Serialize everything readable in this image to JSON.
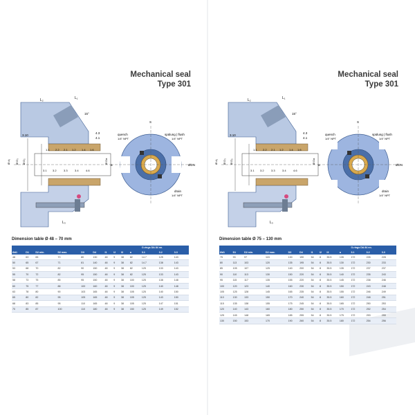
{
  "pages": [
    {
      "title_line1": "Mechanical seal",
      "title_line2": "Type 301",
      "drawing_labels": {
        "l2": "L₂",
        "l1": "L₁",
        "angle": "15°",
        "s": "S",
        "d43": "4.3",
        "d41": "4.1",
        "d310": "3.10",
        "quench": "quench",
        "quench_npt": "1/4\" NPT",
        "spulung": "spülung | flush",
        "spulung_npt": "1/4\" NPT",
        "p11": "1.1",
        "p22": "2.2",
        "p21": "2.1",
        "p12": "1.2",
        "p14": "1.4",
        "p16": "1.6",
        "p31": "3.1",
        "p32": "3.2",
        "p33": "3.3",
        "p34": "3.4",
        "p46": "4.6",
        "drain": "drain",
        "drain_npt": "1/4\" NPT",
        "dd": "Ø d₁",
        "dd2": "Ø D₃",
        "dd3": "Ø D₂",
        "dda": "Ø Da",
        "a": "a",
        "dn": "ØDN",
        "l3": "L₃"
      },
      "table_caption": "Dimension table Ø 48 – 70 mm",
      "super_header": "O-rings DA 84 nn.",
      "columns": [
        "Ød1",
        "D1",
        "D2 min.",
        "D2 max.",
        "D3",
        "D4",
        "l1",
        "l2",
        "l3",
        "a",
        "3.1",
        "3.2",
        "3.3"
      ],
      "rows": [
        [
          "48",
          "63",
          "65",
          "70",
          "80",
          "130",
          "48",
          "9",
          "38",
          "82",
          "14.7",
          "125",
          "143"
        ],
        [
          "50",
          "65",
          "67",
          "71",
          "81",
          "140",
          "48",
          "9",
          "38",
          "82",
          "14.7",
          "138",
          "143"
        ],
        [
          "53",
          "68",
          "70",
          "82",
          "90",
          "150",
          "48",
          "9",
          "38",
          "82",
          "125",
          "133",
          "143"
        ],
        [
          "55",
          "70",
          "72",
          "82",
          "95",
          "150",
          "48",
          "9",
          "38",
          "82",
          "125",
          "133",
          "143"
        ],
        [
          "58",
          "73",
          "75",
          "85",
          "95",
          "150",
          "48",
          "9",
          "38",
          "100",
          "125",
          "138",
          "148"
        ],
        [
          "60",
          "75",
          "77",
          "88",
          "100",
          "160",
          "48",
          "9",
          "38",
          "100",
          "125",
          "140",
          "148"
        ],
        [
          "63",
          "78",
          "80",
          "90",
          "103",
          "165",
          "48",
          "9",
          "38",
          "105",
          "125",
          "140",
          "150"
        ],
        [
          "65",
          "80",
          "82",
          "95",
          "105",
          "165",
          "48",
          "9",
          "38",
          "105",
          "125",
          "143",
          "150"
        ],
        [
          "68",
          "83",
          "85",
          "95",
          "110",
          "165",
          "48",
          "9",
          "38",
          "105",
          "125",
          "147",
          "151"
        ],
        [
          "70",
          "85",
          "87",
          "100",
          "110",
          "180",
          "48",
          "9",
          "38",
          "150",
          "125",
          "149",
          "152"
        ]
      ]
    },
    {
      "title_line1": "Mechanical seal",
      "title_line2": "Type 301",
      "drawing_labels": {
        "l2": "L₂",
        "l1": "L₁",
        "angle": "15°",
        "s": "S",
        "d43": "4.3",
        "d41": "4.1",
        "d310": "3.10",
        "quench": "quench",
        "quench_npt": "1/4\" NPT",
        "spulung": "spülung | flush",
        "spulung_npt": "1/4\" NPT",
        "p11": "1.1",
        "p22": "2.2",
        "p21": "2.1",
        "p12": "1.2",
        "p14": "1.4",
        "p16": "1.6",
        "p31": "3.1",
        "p32": "3.2",
        "p33": "3.3",
        "p34": "3.4",
        "p46": "4.6",
        "drain": "drain",
        "drain_npt": "1/4\" NPT",
        "dd": "Ø d₁",
        "dd2": "Ø D₃",
        "dd3": "Ø D₂",
        "dda": "Ø Da",
        "a": "a",
        "dn": "ØDN",
        "l3": "L₃"
      },
      "table_caption": "Dimension table Ø 75 – 130 mm",
      "super_header": "O-rings DA 84 nn.",
      "columns": [
        "Ød1",
        "D1",
        "D2 min.",
        "D2 max.",
        "D3",
        "D4",
        "l1",
        "l2",
        "l3",
        "a",
        "3.1",
        "3.2",
        "3.3"
      ],
      "rows": [
        [
          "75",
          "93",
          "97",
          "115",
          "130",
          "190",
          "54",
          "8",
          "35.5",
          "135",
          "172",
          "226",
          "228"
        ],
        [
          "80",
          "113",
          "103",
          "120",
          "135",
          "195",
          "54",
          "8",
          "35.5",
          "130",
          "172",
          "230",
          "233"
        ],
        [
          "85",
          "105",
          "107",
          "125",
          "140",
          "200",
          "54",
          "8",
          "35.5",
          "135",
          "172",
          "237",
          "237"
        ],
        [
          "90",
          "110",
          "113",
          "130",
          "150",
          "220",
          "54",
          "8",
          "35.5",
          "140",
          "172",
          "235",
          "243"
        ],
        [
          "95",
          "115",
          "117",
          "135",
          "155",
          "220",
          "54",
          "8",
          "35.5",
          "145",
          "172",
          "238",
          "246"
        ],
        [
          "100",
          "120",
          "123",
          "140",
          "160",
          "230",
          "54",
          "8",
          "35.5",
          "150",
          "172",
          "243",
          "248"
        ],
        [
          "105",
          "125",
          "128",
          "145",
          "165",
          "235",
          "54",
          "8",
          "35.5",
          "155",
          "172",
          "246",
          "249"
        ],
        [
          "110",
          "130",
          "133",
          "150",
          "170",
          "240",
          "54",
          "8",
          "35.5",
          "160",
          "172",
          "248",
          "251"
        ],
        [
          "115",
          "135",
          "138",
          "155",
          "175",
          "245",
          "54",
          "8",
          "35.5",
          "165",
          "172",
          "250",
          "253"
        ],
        [
          "120",
          "140",
          "143",
          "160",
          "180",
          "250",
          "54",
          "8",
          "35.5",
          "170",
          "172",
          "252",
          "254"
        ],
        [
          "125",
          "145",
          "148",
          "165",
          "185",
          "255",
          "54",
          "8",
          "35.5",
          "175",
          "172",
          "253",
          "255"
        ],
        [
          "130",
          "150",
          "153",
          "170",
          "190",
          "260",
          "54",
          "8",
          "35.5",
          "180",
          "172",
          "254",
          "256"
        ]
      ]
    }
  ]
}
